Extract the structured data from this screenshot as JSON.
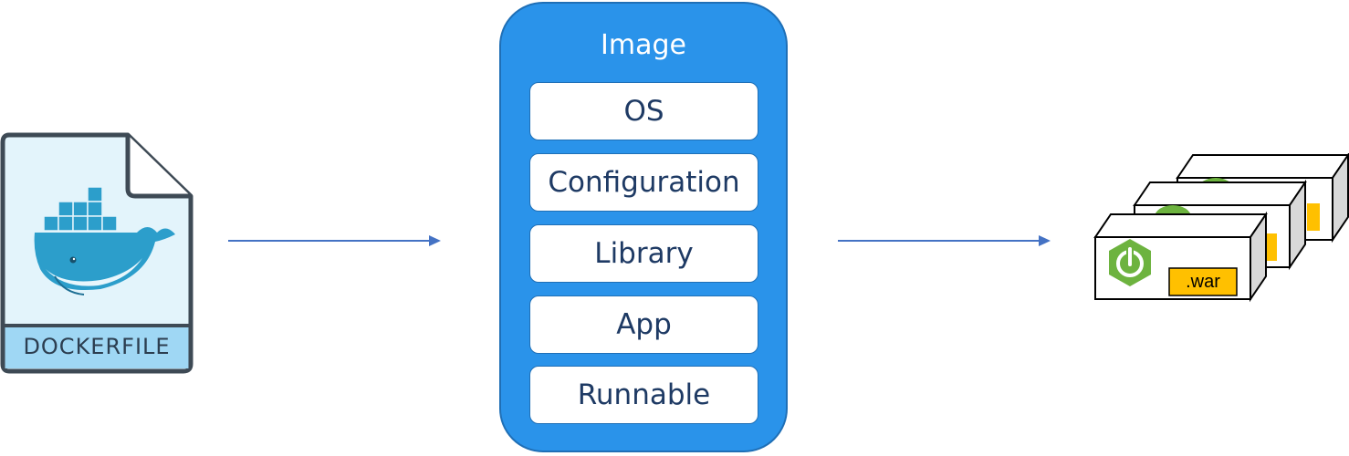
{
  "dockerfile": {
    "label": "DOCKERFILE",
    "colors": {
      "body": "#e3f4fb",
      "outline": "#3e4a55",
      "band": "#9fd7f4",
      "whale": "#2c9ecb"
    }
  },
  "image_panel": {
    "title": "Image",
    "layers": [
      "OS",
      "Configuration",
      "Library",
      "App",
      "Runnable"
    ],
    "colors": {
      "panel": "#2a93ea",
      "border": "#1f6fb6",
      "layer_text": "#1e3a64"
    }
  },
  "arrows": {
    "color": "#4472c4"
  },
  "containers": {
    "artifact_label": ".war",
    "colors": {
      "spring": "#6db33f",
      "artifact": "#ffc000",
      "side": "#d8d8d8"
    }
  }
}
